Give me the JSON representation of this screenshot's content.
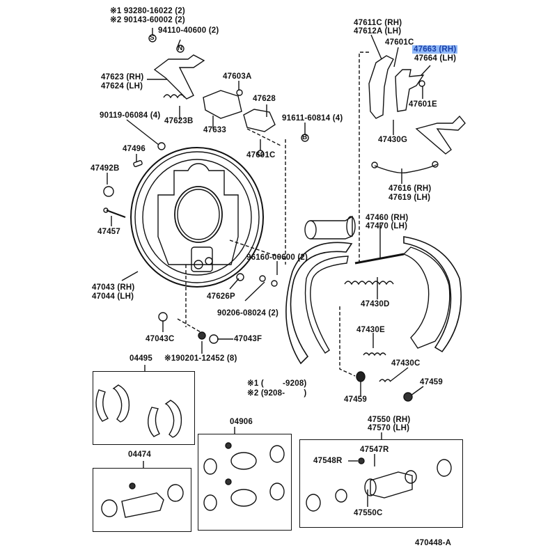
{
  "diagram": {
    "figure_id": "470448-A",
    "highlight_color": "#8fb8f7",
    "highlighted_part": "47663 (RH)",
    "notes": {
      "n1": "※1 93280-16022 (2)",
      "n2": "※2 90143-60002 (2)",
      "footnote1": "※1 (        -9208)",
      "footnote2": "※2 (9208-        )"
    },
    "labels": {
      "p94110": "94110-40600 (2)",
      "p47623": "47623 (RH)",
      "p47624": "47624 (LH)",
      "p47603A": "47603A",
      "p47628": "47628",
      "p90119": "90119-06084 (4)",
      "p47623B": "47623B",
      "p47633": "47633",
      "p91611": "91611-60814 (4)",
      "p47496": "47496",
      "p47601C_left": "47601C",
      "p47492B": "47492B",
      "p47457": "47457",
      "p47611C": "47611C (RH)",
      "p47612A": "47612A (LH)",
      "p47601C_right": "47601C",
      "p47663": "47663 (RH)",
      "p47664": "47664 (LH)",
      "p47601E": "47601E",
      "p47430G": "47430G",
      "p47616": "47616 (RH)",
      "p47619": "47619 (LH)",
      "p47460": "47460 (RH)",
      "p47470": "47470 (LH)",
      "p96160": "96160-00600 (2)",
      "p47043": "47043 (RH)",
      "p47044": "47044 (LH)",
      "p47626P": "47626P",
      "p90206": "90206-08024 (2)",
      "p47430D": "47430D",
      "p47043C": "47043C",
      "p47043F": "47043F",
      "p47430E": "47430E",
      "p190201": "※190201-12452 (8)",
      "p47430C": "47430C",
      "p47459_a": "47459",
      "p47459_b": "47459",
      "p04495": "04495",
      "p04906": "04906",
      "p04474": "04474",
      "p47550": "47550 (RH)",
      "p47570": "47570 (LH)",
      "p47547R": "47547R",
      "p47548R": "47548R",
      "p47550C": "47550C"
    },
    "symbols": {
      "s": "S",
      "n": "N",
      "b": "B"
    }
  }
}
